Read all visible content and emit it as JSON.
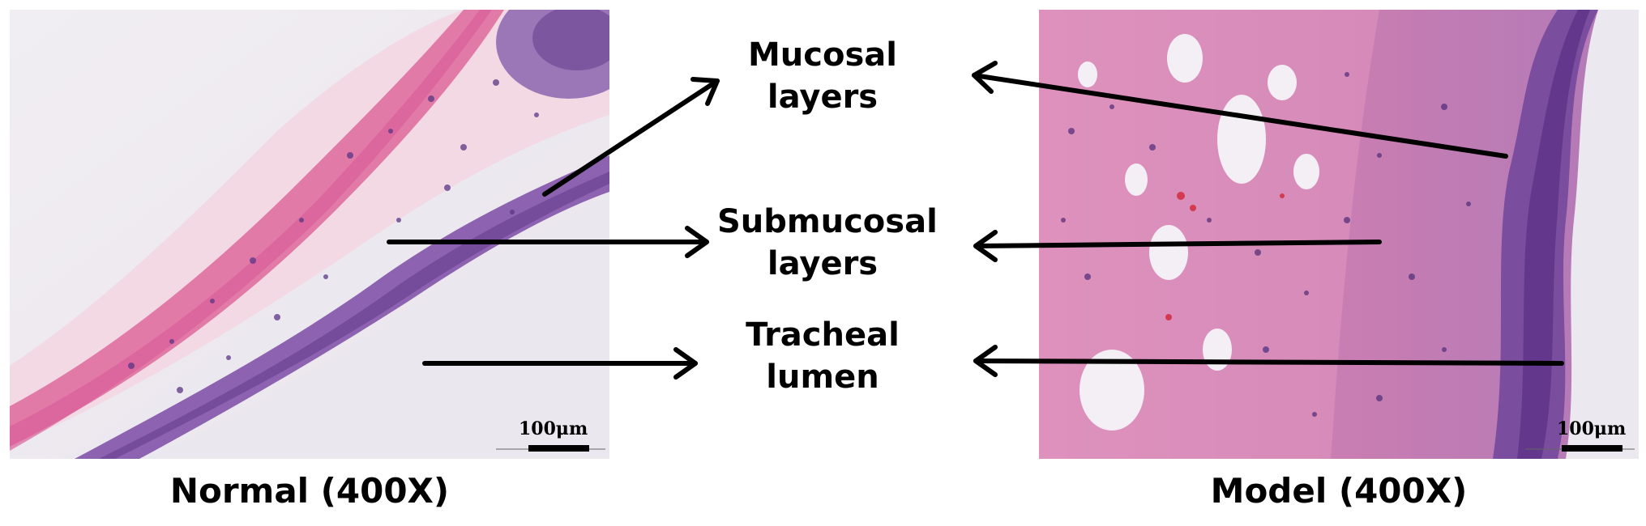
{
  "labels": {
    "mucosal": [
      "Mucosal",
      "layers"
    ],
    "submucosal": [
      "Submucosal",
      "layers"
    ],
    "lumen": [
      "Tracheal",
      "lumen"
    ]
  },
  "captions": {
    "left": "Normal (400X)",
    "right": "Model (400X)"
  },
  "scale_bar": {
    "left": "100μm",
    "right": "100μm"
  },
  "colors": {
    "arrow": "#000000",
    "stain_pink": "#e58fb4",
    "stain_purple": "#8a5aa8",
    "background_light": "#ece7ee"
  }
}
